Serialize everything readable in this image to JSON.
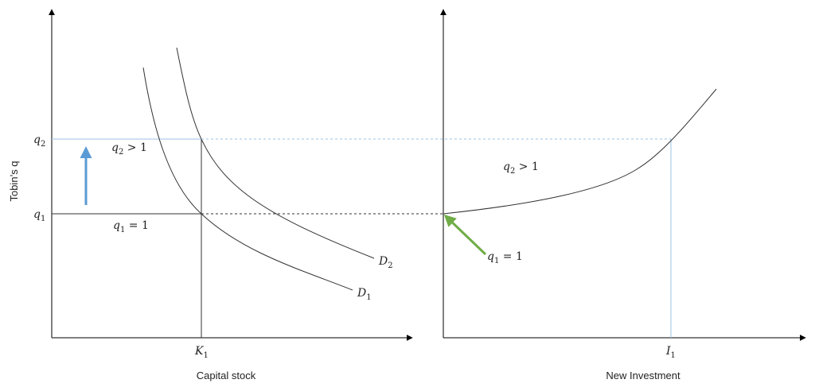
{
  "left_panel": {
    "y_axis_label": "Tobin’s q",
    "x_axis_label": "Capital stock",
    "tick_q2": {
      "base": "q",
      "sub": "2"
    },
    "tick_q1": {
      "base": "q",
      "sub": "1"
    },
    "tick_k1": {
      "base": "K",
      "sub": "1"
    },
    "annot_q2": {
      "base": "q",
      "sub": "2",
      "rest": " > 1"
    },
    "annot_q1": {
      "base": "q",
      "sub": "1",
      "rest": " = 1"
    },
    "curve_d1": {
      "base": "D",
      "sub": "1"
    },
    "curve_d2": {
      "base": "D",
      "sub": "2"
    }
  },
  "right_panel": {
    "x_axis_label": "New Investment",
    "tick_i1": {
      "base": "I",
      "sub": "1"
    },
    "annot_q2": {
      "base": "q",
      "sub": "2",
      "rest": " > 1"
    },
    "annot_q1": {
      "base": "q",
      "sub": "1",
      "rest": " = 1"
    }
  },
  "colors": {
    "axis": "#000000",
    "curve": "#333333",
    "guide_blue": "#9dc3e6",
    "arrow_blue": "#5b9bd5",
    "arrow_green": "#70ad47"
  }
}
